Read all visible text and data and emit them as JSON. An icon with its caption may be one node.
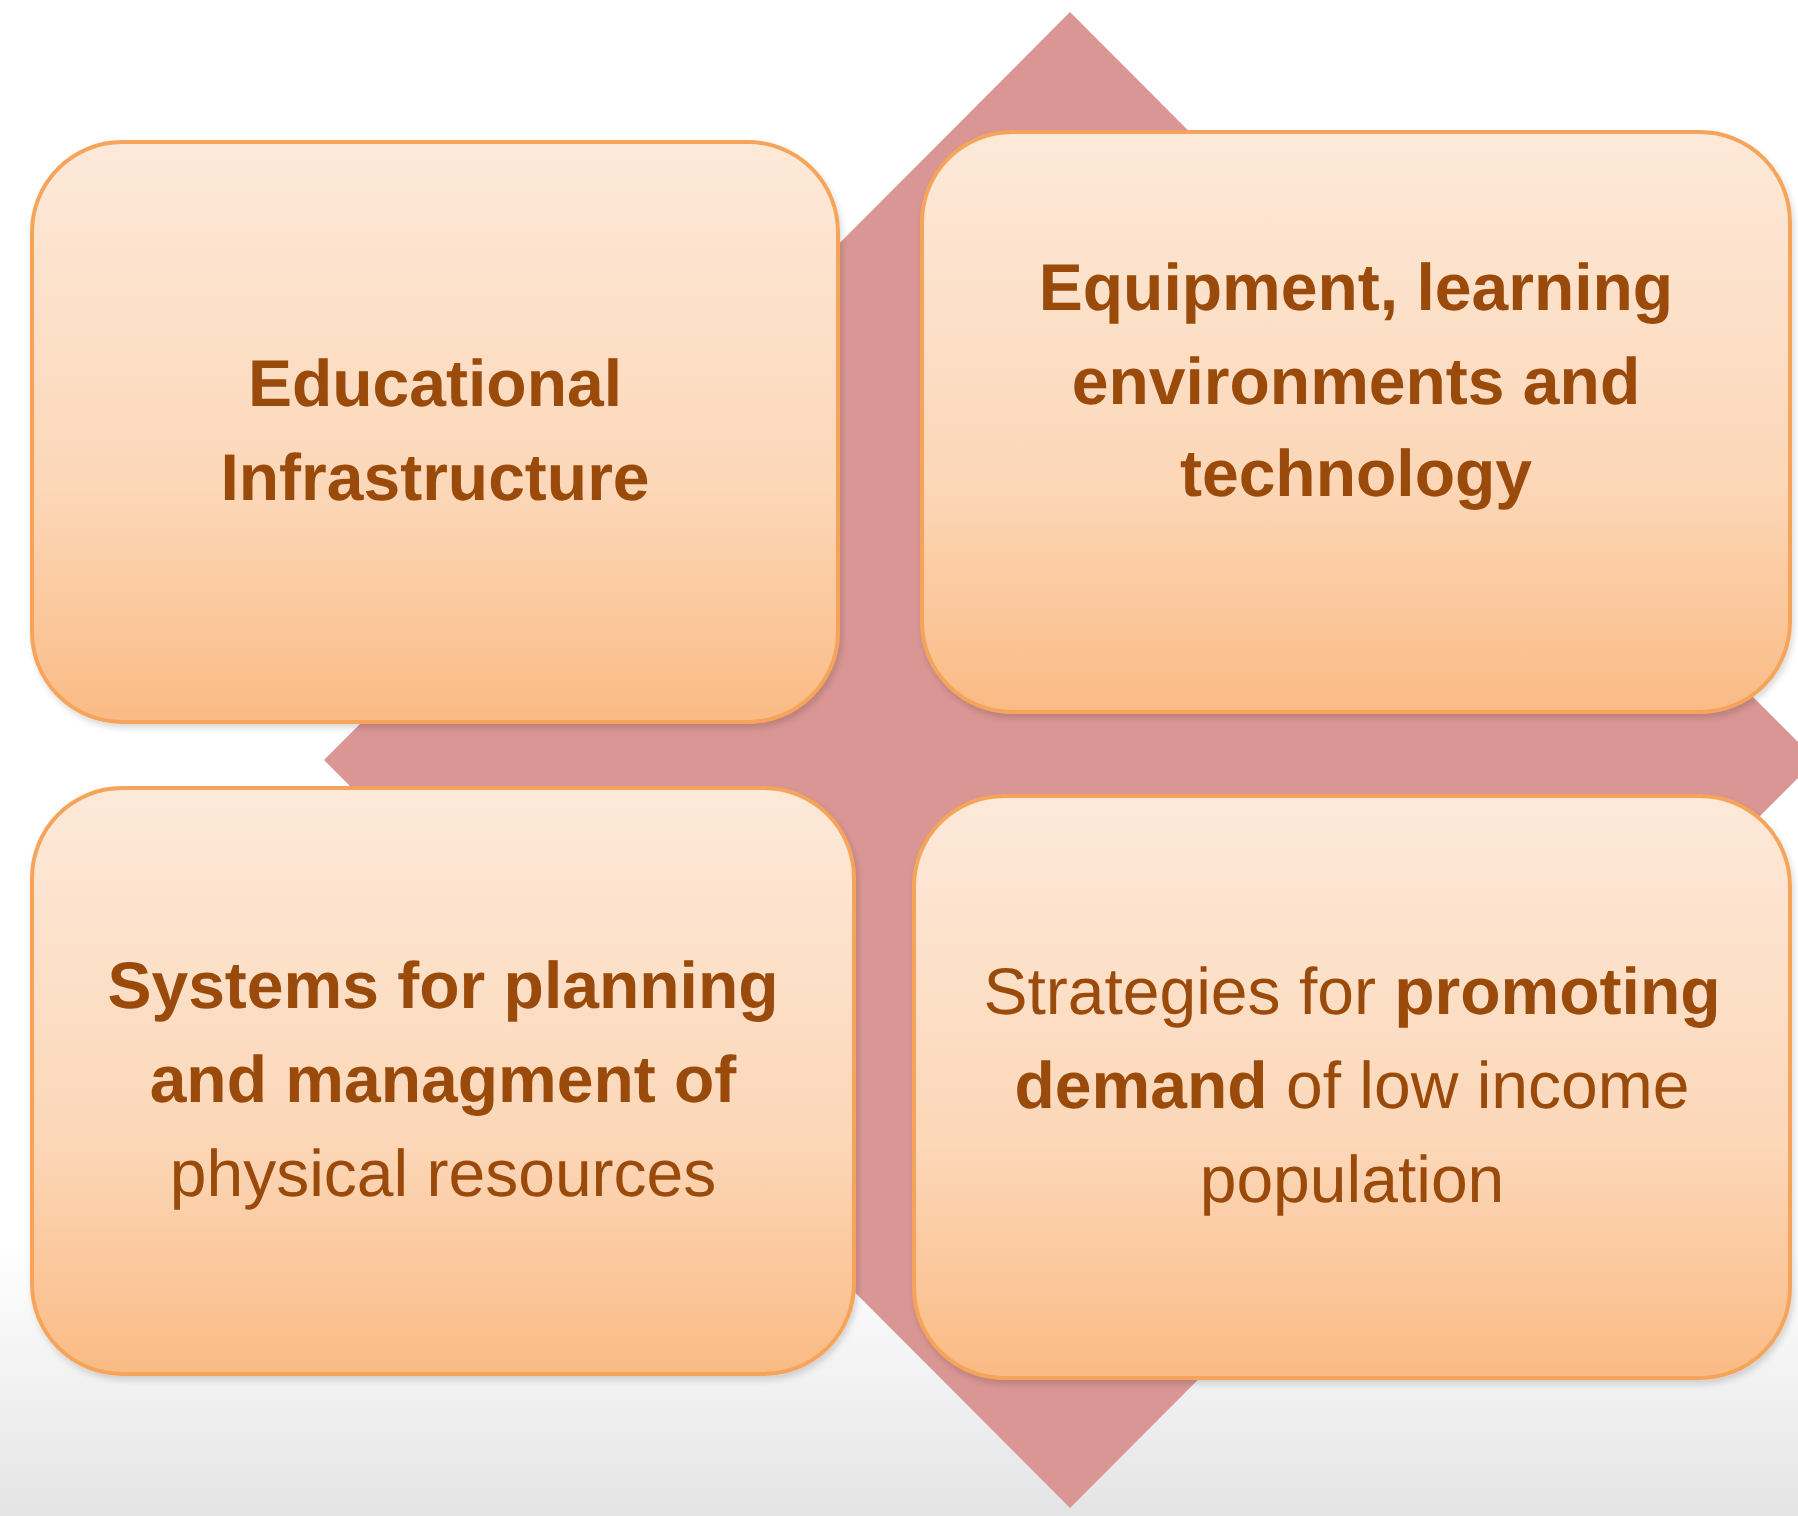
{
  "diagram": {
    "nodes": [
      {
        "text": [
          "Educational Infrastructure"
        ]
      },
      {
        "text": [
          "Equipment, learning environments and technology"
        ]
      },
      {
        "text": [
          "**Systems for planning and managment of** physical resources"
        ]
      },
      {
        "text": [
          "Strategies for **promoting demand** of low income population"
        ]
      }
    ]
  }
}
